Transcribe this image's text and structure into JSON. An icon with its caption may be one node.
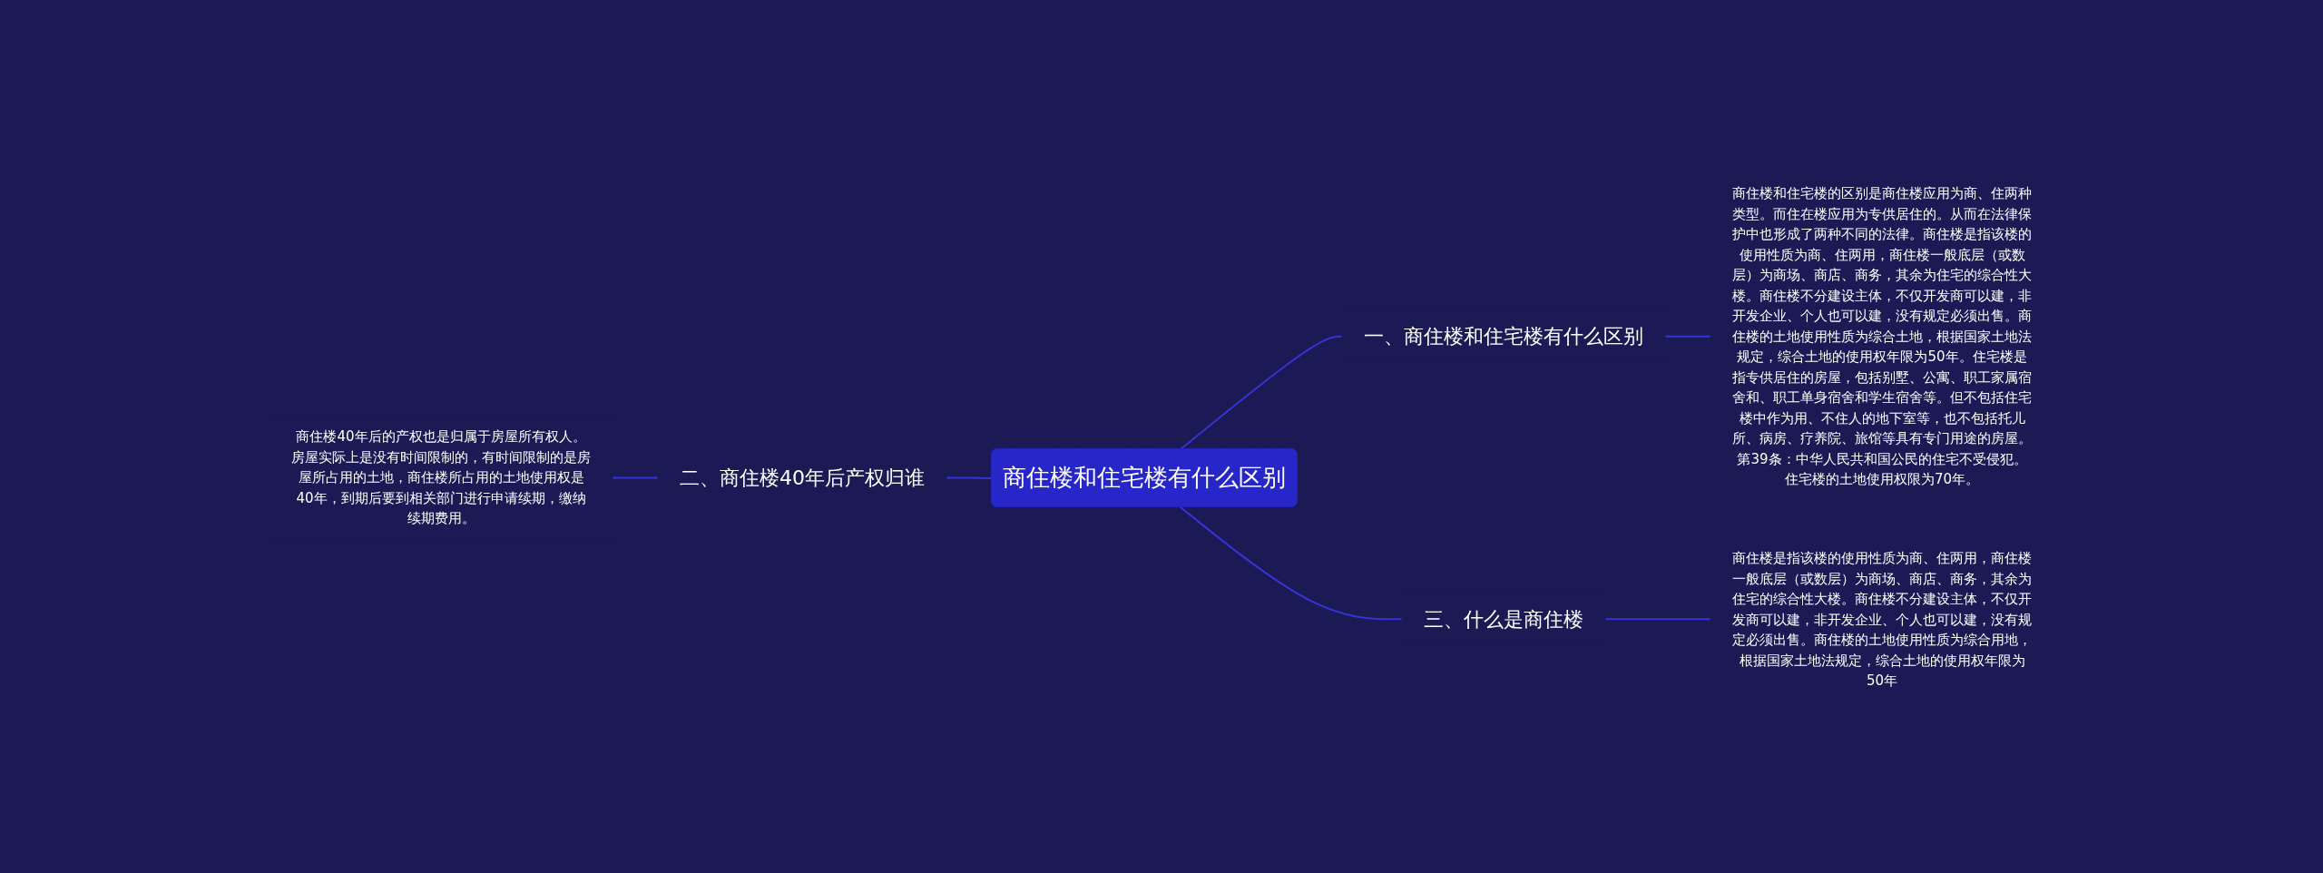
{
  "diagram": {
    "nodes": [
      {
        "text": [
          "商住楼和住宅楼有什么区别"
        ]
      },
      {
        "text": [
          "一、商住楼和住宅楼有什么区别"
        ]
      },
      {
        "text": [
          "商住楼和住宅楼的区别是商住楼应用为商、住两种类型。而住在楼应用为专供居住的。从而在法律保护中也形成了两种不同的法律。商住楼是指该楼的使用性质为商、住两用，商住楼一般底层（或数层）为商场、商店、商务，其余为住宅的综合性大楼。商住楼不分建设主体，不仅开发商可以建，非开发企业、个人也可以建，没有规定必须出售。商住楼的土地使用性质为综合土地，根据国家土地法规定，综合土地的使用权年限为50年。住宅楼是指专供居住的房屋，包括别墅、公寓、职工家属宿舍和、职工单身宿舍和学生宿舍等。但不包括住宅楼中作为用、不住人的地下室等，也不包括托儿所、病房、疗养院、旅馆等具有专门用途的房屋。第39条：中华人民共和国公民的住宅不受侵犯。住宅楼的土地使用权限为70年。"
        ]
      },
      {
        "text": [
          "二、商住楼40年后产权归谁"
        ]
      },
      {
        "text": [
          "商住楼40年后的产权也是归属于房屋所有权人。房屋实际上是没有时间限制的，有时间限制的是房屋所占用的土地，商住楼所占用的土地使用权是40年，到期后要到相关部门进行申请续期，缴纳续期费用。"
        ]
      },
      {
        "text": [
          "三、什么是商住楼"
        ]
      },
      {
        "text": [
          "商住楼是指该楼的使用性质为商、住两用，商住楼一般底层（或数层）为商场、商店、商务，其余为住宅的综合性大楼。商住楼不分建设主体，不仅开发商可以建，非开发企业、个人也可以建，没有规定必须出售。商住楼的土地使用性质为综合用地，根据国家土地法规定，综合土地的使用权年限为50年"
        ]
      }
    ],
    "edges": [
      {
        "from": 0,
        "to": 1,
        "arrow": "none"
      },
      {
        "from": 1,
        "to": 2,
        "arrow": "none"
      },
      {
        "from": 0,
        "to": 3,
        "arrow": "none"
      },
      {
        "from": 3,
        "to": 4,
        "arrow": "none"
      },
      {
        "from": 0,
        "to": 5,
        "arrow": "none"
      },
      {
        "from": 5,
        "to": 6,
        "arrow": "none"
      }
    ]
  }
}
